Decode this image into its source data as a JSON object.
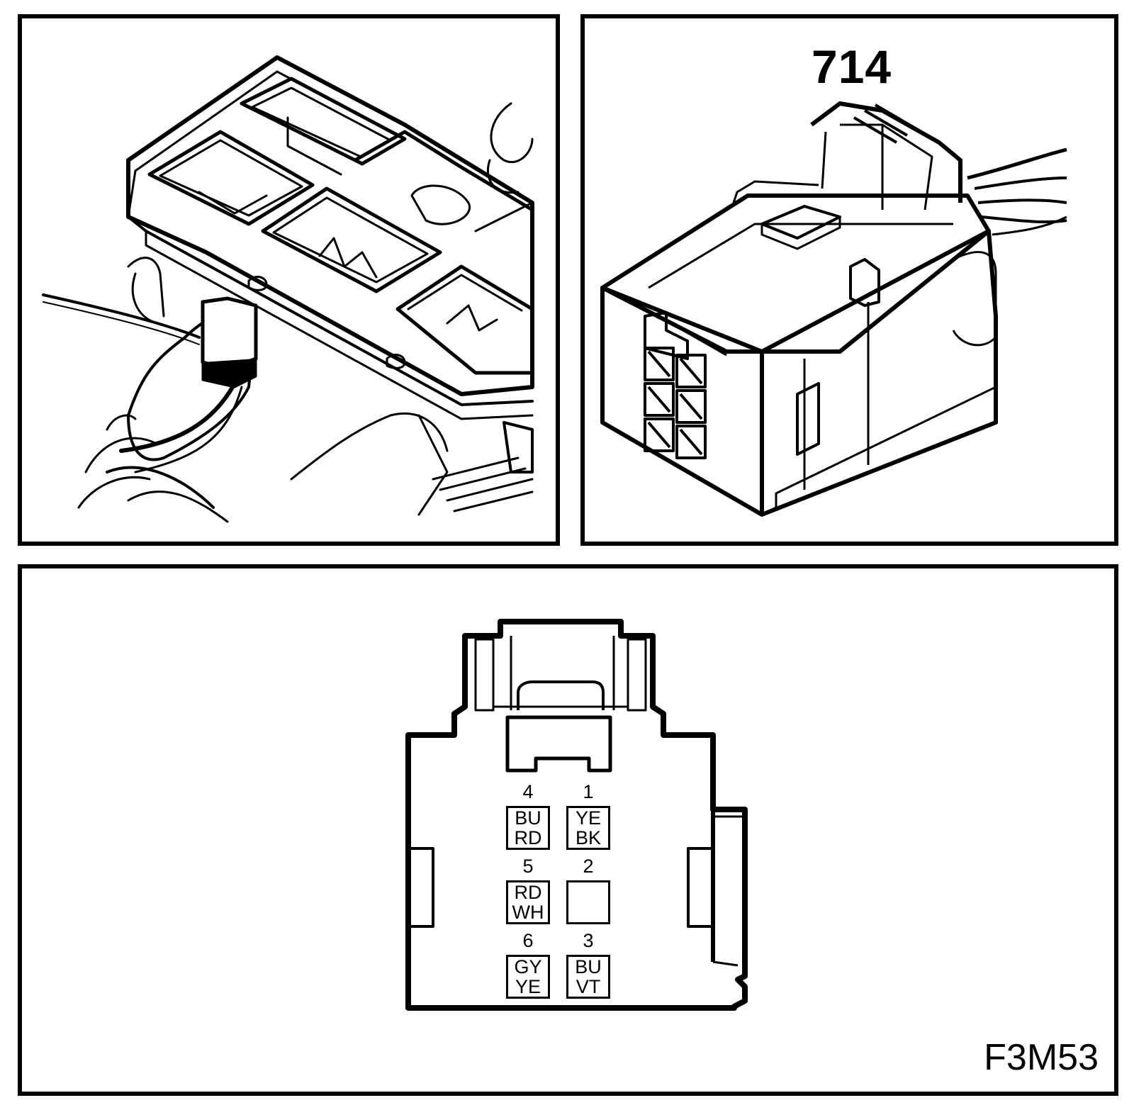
{
  "connector": {
    "number": "714",
    "figure_code": "F3M53"
  },
  "pins": [
    {
      "number": "4",
      "color_1": "BU",
      "color_2": "RD"
    },
    {
      "number": "1",
      "color_1": "YE",
      "color_2": "BK"
    },
    {
      "number": "5",
      "color_1": "RD",
      "color_2": "WH"
    },
    {
      "number": "2",
      "color_1": "",
      "color_2": ""
    },
    {
      "number": "6",
      "color_1": "GY",
      "color_2": "YE"
    },
    {
      "number": "3",
      "color_1": "BU",
      "color_2": "VT"
    }
  ],
  "colors": {
    "line": "#000000",
    "background": "#ffffff"
  }
}
